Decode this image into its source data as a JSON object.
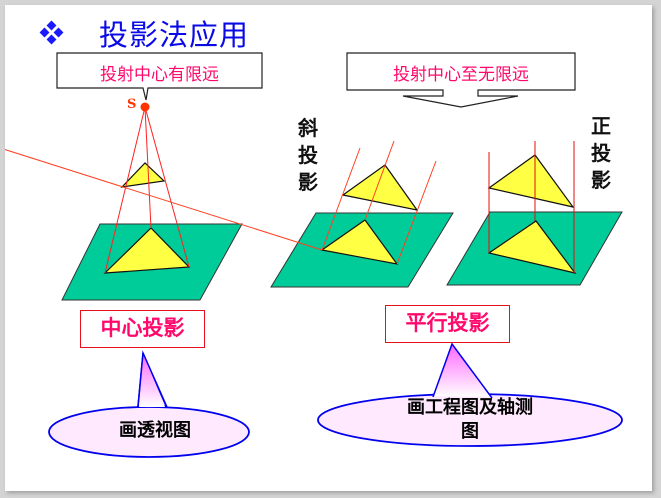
{
  "slide": {
    "title": "投影法应用",
    "bullet_icon": "diamond-bullet-icon",
    "colors": {
      "title": "#0a0ae6",
      "callout_text": "#ff0a6c",
      "plane": "#00cc99",
      "triangle": "#ffff33",
      "projector": "#ff2020",
      "oval_border": "#0000ee",
      "oval_fill": "#ffe6ff"
    }
  },
  "left_panel": {
    "callout": "投射中心有限远",
    "point_label": "S",
    "box_label": "中心投影",
    "oval_text": "画透视图"
  },
  "right_panel": {
    "callout": "投射中心至无限远",
    "oblique_label": [
      "斜",
      "投",
      "影"
    ],
    "orthographic_label": [
      "正",
      "投",
      "影"
    ],
    "box_label": "平行投影",
    "oval_text_line1": "画工程图及轴测",
    "oval_text_line2": "图"
  }
}
